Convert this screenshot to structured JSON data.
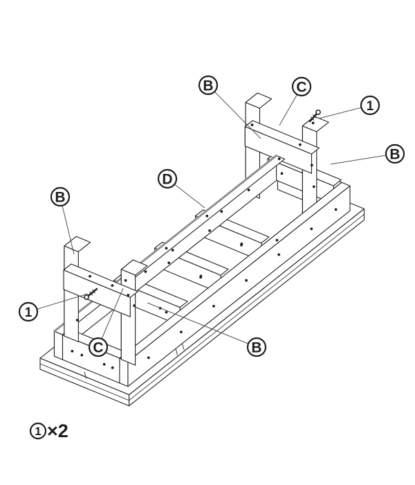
{
  "diagram": {
    "callouts": [
      {
        "id": "b-top",
        "label": "B"
      },
      {
        "id": "c-top",
        "label": "C"
      },
      {
        "id": "screw-top",
        "label": "1"
      },
      {
        "id": "b-right",
        "label": "B"
      },
      {
        "id": "d-rail",
        "label": "D"
      },
      {
        "id": "b-left",
        "label": "B"
      },
      {
        "id": "screw-left",
        "label": "1"
      },
      {
        "id": "c-bottom",
        "label": "C"
      },
      {
        "id": "b-bottom",
        "label": "B"
      }
    ],
    "legend": {
      "part_label": "1",
      "quantity_label": "×2"
    },
    "colors": {
      "line": "#1e1e1e",
      "leader": "#4f4f4f",
      "edge_highlight": "#8f8f8f",
      "background": "#ffffff"
    }
  }
}
